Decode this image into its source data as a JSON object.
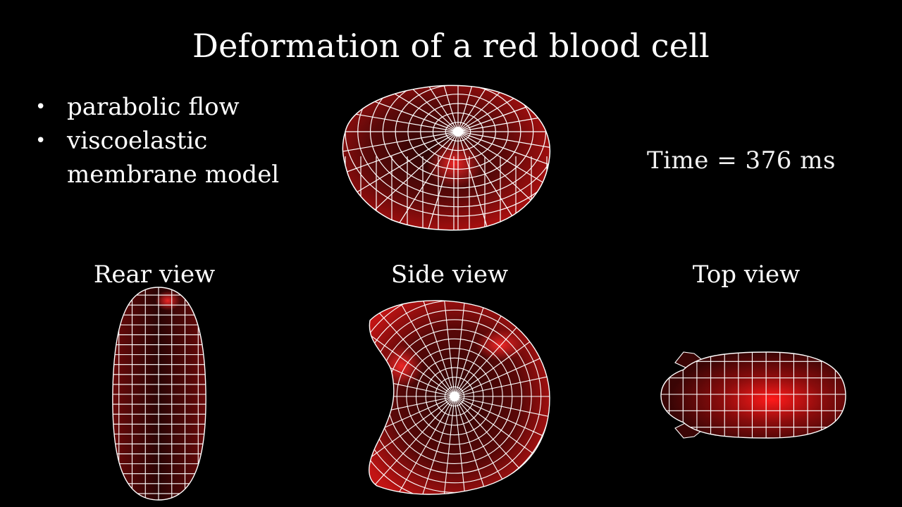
{
  "title": "Deformation of a red blood cell",
  "bullets": [
    "parabolic flow",
    "viscoelastic membrane model"
  ],
  "time_label": "Time = 376 ms",
  "views": {
    "rear": "Rear view",
    "side": "Side view",
    "top": "Top view"
  },
  "colors": {
    "background": "#000000",
    "mesh": "#ffffff",
    "cell_dark": "#3a0606",
    "cell_bright": "#ff1a1a"
  }
}
